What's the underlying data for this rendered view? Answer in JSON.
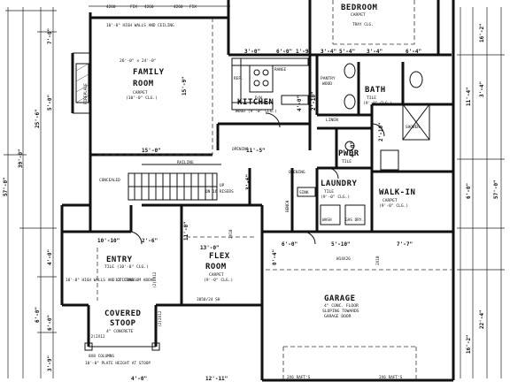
{
  "rooms": {
    "bedroom": {
      "name": "BEDROOM",
      "floor": "CARPET"
    },
    "family_room": {
      "name1": "FAMILY",
      "name2": "ROOM",
      "size": "26'-0\" x 24'-0\"",
      "floor": "CARPET",
      "ceiling": "(10'-0\" CLG.)"
    },
    "kitchen": {
      "name": "KITCHEN",
      "floor": "WOOD (9'-0\" CLG.)"
    },
    "bath": {
      "name": "BATH",
      "floor": "TILE",
      "ceiling": "(9'-0\" CLG.)"
    },
    "pwdr": {
      "name": "PWDR",
      "floor": "TILE"
    },
    "laundry": {
      "name": "LAUNDRY",
      "floor": "TILE",
      "ceiling": "(9'-0\" CLG.)"
    },
    "walk_in": {
      "name": "WALK-IN",
      "floor": "CARPET",
      "ceiling": "(9'-0\" CLG.)"
    },
    "entry": {
      "name": "ENTRY",
      "floor": "TILE (10'-0\" CLG.)"
    },
    "flex_room": {
      "name1": "FLEX",
      "name2": "ROOM",
      "floor": "CARPET",
      "ceiling": "(9'-0\" CLG.)"
    },
    "garage": {
      "name": "GARAGE",
      "note1": "4\" CONC. FLOOR",
      "note2": "SLOPING TOWARDS",
      "note3": "GARAGE DOOR"
    },
    "covered_stoop": {
      "name1": "COVERED",
      "name2": "STOOP",
      "floor": "4\" CONCRETE"
    },
    "pantry": {
      "name": "PANTRY",
      "floor": "WOOD"
    },
    "linen": {
      "name": "LINEN"
    }
  },
  "dimensions": {
    "top_4260_a": "4260",
    "top_4260_b": "4260",
    "top_4260_c": "4260",
    "top_fix": "FIX",
    "top_fix_b": "FIX",
    "left_25_6": "25'-6\"",
    "left_39_0": "39'-0\"",
    "left_57_0": "57'-0\"",
    "left_7_0": "7'-0\"",
    "left_5_0": "5'-0\"",
    "left_6_0": "6'-0\"",
    "left_4_0": "4'-0\"",
    "right_57_0": "57'-0\"",
    "right_16_2": "16'-2\"",
    "right_6_0": "6'-0\"",
    "right_16_2b": "16'-2\"",
    "right_22_4": "22'-4\"",
    "right_11_4": "11'-4\"",
    "right_3_4": "3'-4\"",
    "fam_15_0": "15'-0\"",
    "fam_15_9": "15'-9\"",
    "k_3_0": "3'-0\"",
    "k_6_0": "6'-0\"",
    "k_1_9": "1'-9\"",
    "k_11_5": "11'-5\"",
    "k_4_0": "4'-0\"",
    "k_2_10": "2'-10\"",
    "bath_3_4": "3'-4\"",
    "bath_5_4": "5'-4\"",
    "bath_3_4b": "3'-4\"",
    "bath_6_4": "6'-4\"",
    "mid_2_10": "2'-10\"",
    "mid_4_0": "4'-0\"",
    "mid_3_6": "3'-6\"",
    "e_13_0": "13'-0\"",
    "e_10_10": "10'-10\"",
    "e_2_6": "2'-6\"",
    "e_11_0": "11'-0\"",
    "g_6_0": "6'-0\"",
    "g_5_10": "5'-10\"",
    "g_7_7": "7'-7\"",
    "g_0_4": "0'-4\"",
    "s_6_0": "6'-0\"",
    "s_3_9": "3'-9\"",
    "s_12_11": "12'-11\"",
    "b_4_0": "4'-0\""
  },
  "labels": {
    "fireplace": "FIREPLACE",
    "opening": "OPENING",
    "opening2": "OPENING",
    "concealed_post": "CONCEALED",
    "railing": "RAILING",
    "up": "UP",
    "on_16_risers": "ON 16 RISERS",
    "shower": "SHOWER",
    "gas_dry": "GAS DRY.",
    "wash": "WASH",
    "bench": "BENCH",
    "sink": "SINK",
    "refrig": "REF.",
    "range": "RANGE",
    "dw": "D/W",
    "w2x10_a": "2X10",
    "w2x10_b": "2X10",
    "wi_beam": "W14X26",
    "high_walls": "10'-0\" HIGH WALLS AND CEILING",
    "high_walls2": "10'-0\" HIGH WALLS AND CEILING",
    "transom": "12\" TRANSOM ABOVE",
    "door_3050": "3050/24 SH",
    "door_2x12a": "(2)2X12",
    "door_2x12b": "(2)2X12",
    "door_2x12c": "(2)2X12",
    "raft_a": "2X6 RAFT'S",
    "raft_b": "2X6 RAFT'S",
    "columns": "8X8 COLUMNS",
    "plate_height": "10'-0\" PLATE HEIGHT AT STOOP",
    "tray": "TRAY CLG."
  }
}
